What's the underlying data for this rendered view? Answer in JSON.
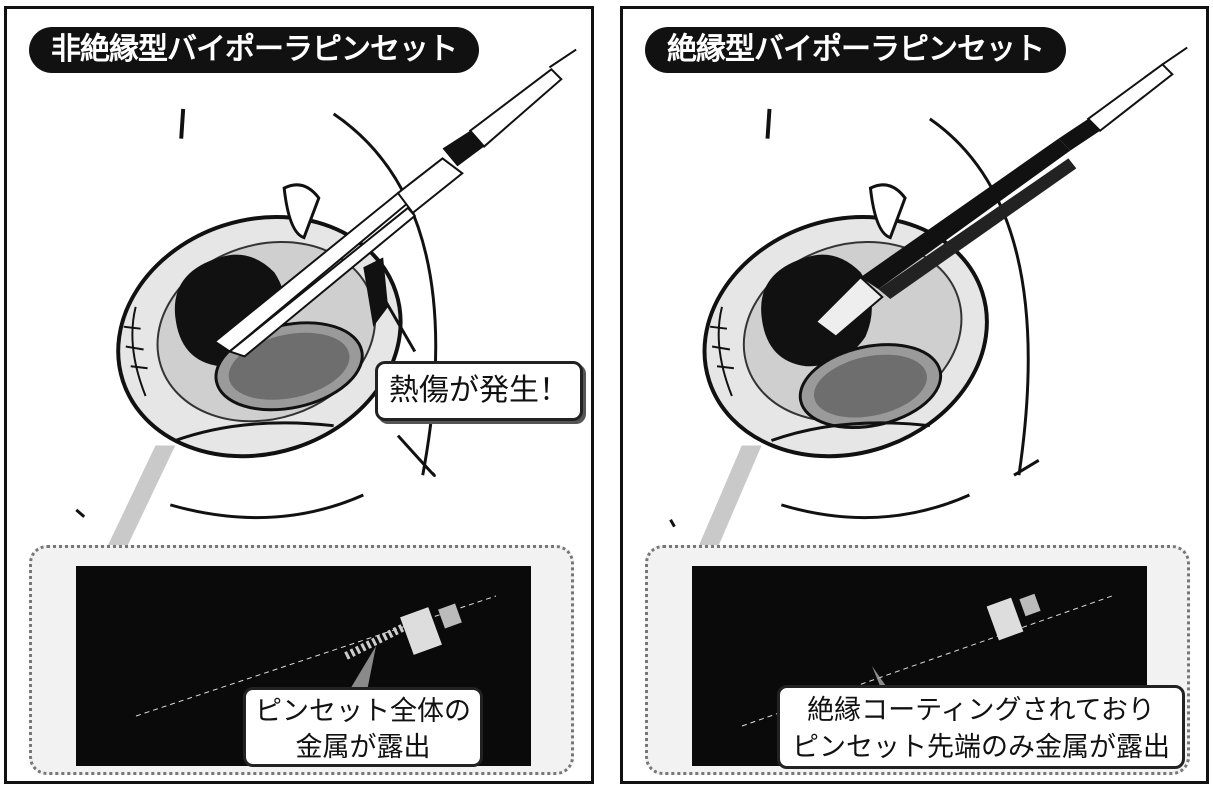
{
  "panels": [
    {
      "title": "非絶縁型バイポーラピンセット",
      "callout": "熱傷が発生！",
      "inset_caption": [
        "ピンセット全体の",
        "金属が露出"
      ]
    },
    {
      "title": "絶縁型バイポーラピンセット",
      "inset_caption": [
        "絶縁コーティングされており",
        "ピンセット先端のみ金属が露出"
      ]
    }
  ]
}
